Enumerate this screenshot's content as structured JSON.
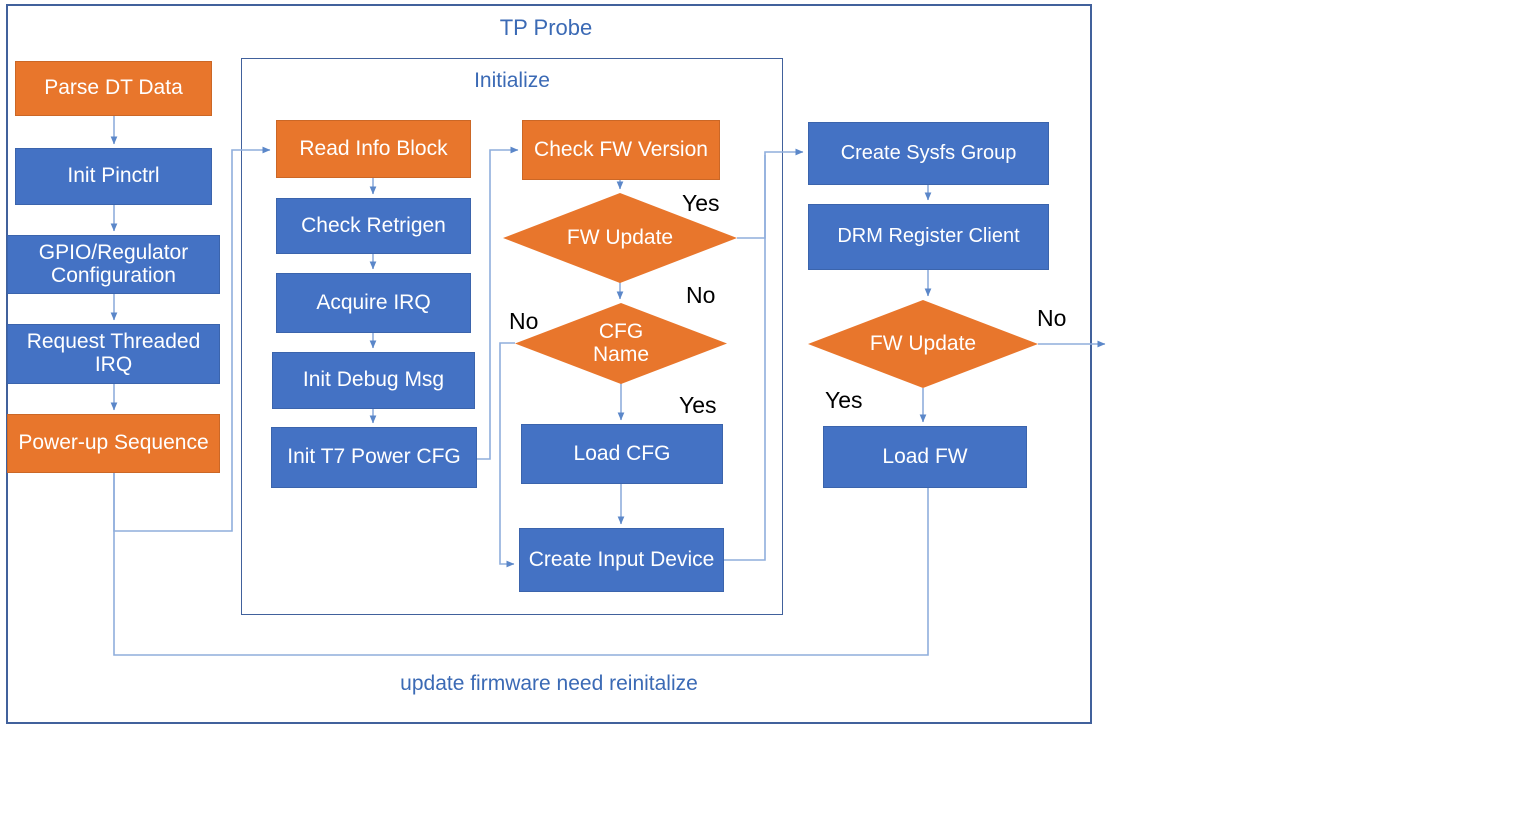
{
  "diagram": {
    "title": "TP Probe",
    "subgroup_title": "Initialize",
    "caption": "update firmware need reinitalize",
    "colors": {
      "blue": "#4472C4",
      "orange": "#E8762C",
      "frame": "#41619C",
      "label": "#3B6AB5",
      "arrow": "#5B87C9"
    }
  },
  "nodes": {
    "parse_dt_data": "Parse DT Data",
    "init_pinctrl": "Init Pinctrl",
    "gpio_regulator_configuration": "GPIO/Regulator Configuration",
    "request_threaded_irq": "Request Threaded IRQ",
    "power_up_sequence": "Power-up Sequence",
    "read_info_block": "Read Info Block",
    "check_retrigen": "Check Retrigen",
    "acquire_irq": "Acquire IRQ",
    "init_debug_msg": "Init Debug Msg",
    "init_t7_power_cfg": "Init T7 Power CFG",
    "check_fw_version": "Check FW Version",
    "fw_update_1": "FW Update",
    "cfg_name": "CFG Name",
    "load_cfg": "Load CFG",
    "create_input_device": "Create Input Device",
    "create_sysfs_group": "Create Sysfs Group",
    "drm_register_client": "DRM Register Client",
    "fw_update_2": "FW Update",
    "load_fw": "Load FW"
  },
  "branch_labels": {
    "fw_update_1_yes": "Yes",
    "fw_update_1_no": "No",
    "cfg_name_no": "No",
    "cfg_name_yes": "Yes",
    "fw_update_2_no": "No",
    "fw_update_2_yes": "Yes"
  }
}
